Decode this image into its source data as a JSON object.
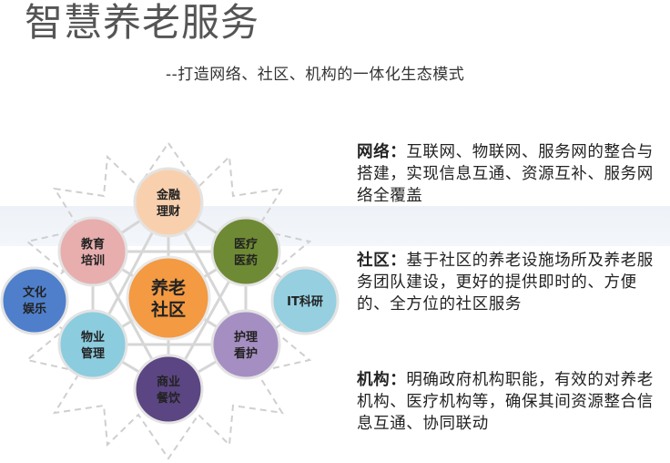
{
  "header": {
    "title": "智慧养老服务",
    "subtitle": "--打造网络、社区、机构的一体化生态模式"
  },
  "diagram": {
    "center": {
      "label_line1": "养老",
      "label_line2": "社区",
      "color": "#F39A42"
    },
    "nodes": [
      {
        "id": "finance",
        "line1": "金融",
        "line2": "理财",
        "color": "#F9D0AE"
      },
      {
        "id": "medical",
        "line1": "医疗",
        "line2": "医药",
        "color": "#6E8A34"
      },
      {
        "id": "nursing",
        "line1": "护理",
        "line2": "看护",
        "color": "#A58FC2"
      },
      {
        "id": "catering",
        "line1": "商业",
        "line2": "餐饮",
        "color": "#5B4582"
      },
      {
        "id": "property",
        "line1": "物业",
        "line2": "管理",
        "color": "#8CCCDF"
      },
      {
        "id": "education",
        "line1": "教育",
        "line2": "培训",
        "color": "#E8AEAE"
      },
      {
        "id": "culture",
        "line1": "文化",
        "line2": "娱乐",
        "color": "#4F7FCB"
      },
      {
        "id": "it",
        "line1": "IT科研",
        "line2": "",
        "color": "#95CFE0"
      }
    ]
  },
  "descriptions": [
    {
      "head": "网络：",
      "body": "互联网、物联网、服务网的整合与搭建，实现信息互通、资源互补、服务网络全覆盖"
    },
    {
      "head": "社区：",
      "body": "基于社区的养老设施场所及养老服务团队建设，更好的提供即时的、方便的、全方位的社区服务"
    },
    {
      "head": "机构：",
      "body": "明确政府机构职能，有效的对养老机构、医疗机构等，确保其间资源整合信息互通、协同联动"
    }
  ]
}
